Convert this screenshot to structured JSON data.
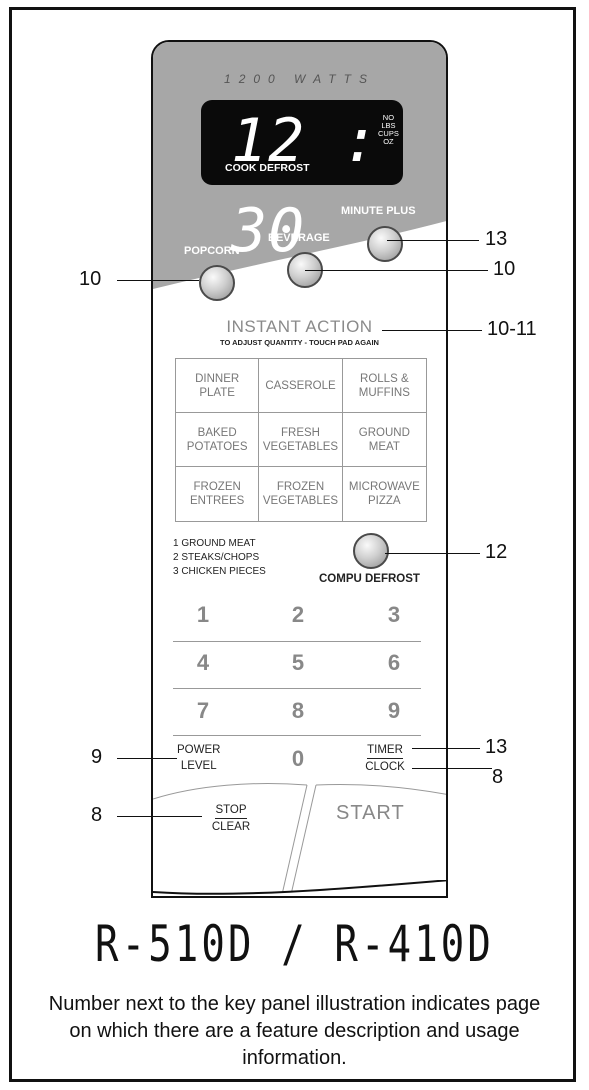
{
  "panel": {
    "watts": "1200 WATTS",
    "display": {
      "time": "12 : 30",
      "mode_label": "COOK DEFROST",
      "units": [
        "NO",
        "LBS",
        "CUPS",
        "OZ"
      ]
    },
    "buttons": {
      "minute_plus": "MINUTE PLUS",
      "beverage": "BEVERAGE",
      "popcorn": "POPCORN"
    },
    "instant_action": {
      "title": "INSTANT ACTION",
      "subtitle": "TO ADJUST QUANTITY - TOUCH PAD AGAIN",
      "pads": [
        [
          "DINNER",
          "PLATE"
        ],
        [
          "CASSEROLE",
          ""
        ],
        [
          "ROLLS &",
          "MUFFINS"
        ],
        [
          "BAKED",
          "POTATOES"
        ],
        [
          "FRESH",
          "VEGETABLES"
        ],
        [
          "GROUND",
          "MEAT"
        ],
        [
          "FROZEN",
          "ENTREES"
        ],
        [
          "FROZEN",
          "VEGETABLES"
        ],
        [
          "MICROWAVE",
          "PIZZA"
        ]
      ]
    },
    "compu_defrost": {
      "options": [
        "1 GROUND MEAT",
        "2 STEAKS/CHOPS",
        "3 CHICKEN PIECES"
      ],
      "label": "COMPU DEFROST"
    },
    "keypad": {
      "digits": [
        "1",
        "2",
        "3",
        "4",
        "5",
        "6",
        "7",
        "8",
        "9",
        "0"
      ],
      "power_level": [
        "POWER",
        "LEVEL"
      ],
      "timer": "TIMER",
      "clock": "CLOCK",
      "stop": "STOP",
      "clear": "CLEAR",
      "start": "START"
    }
  },
  "callouts": {
    "minute_plus": "13",
    "beverage": "10",
    "popcorn": "10",
    "instant_action": "10-11",
    "compu_defrost": "12",
    "power_level": "9",
    "timer": "13",
    "clock": "8",
    "stop_clear": "8"
  },
  "model": "R-510D / R-410D",
  "caption": "Number next to the key panel illustration indicates page on which there are a feature description and usage information.",
  "colors": {
    "panel_gray": "#a7a7a7",
    "display_bg": "#0a0a0a",
    "light_text": "#888888"
  }
}
